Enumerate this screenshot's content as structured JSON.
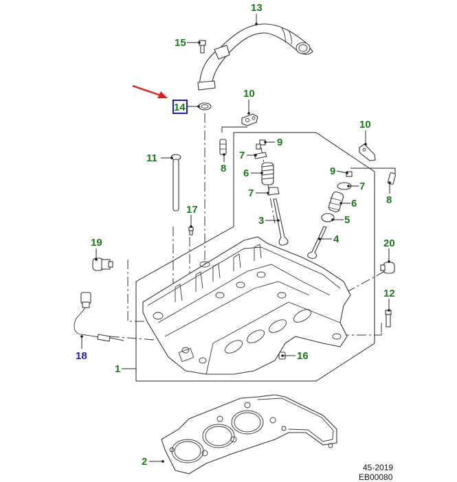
{
  "diagram": {
    "title": "Cylinder head exploded view",
    "colors": {
      "label": "#1a7a1a",
      "label_alt": "#1a1acc",
      "highlight_box": "#1a1acc",
      "arrow": "#e02020",
      "line": "#333333"
    },
    "callouts": [
      {
        "id": "c1",
        "text": "1"
      },
      {
        "id": "c2",
        "text": "2"
      },
      {
        "id": "c3",
        "text": "3"
      },
      {
        "id": "c4",
        "text": "4"
      },
      {
        "id": "c5",
        "text": "5"
      },
      {
        "id": "c6a",
        "text": "6"
      },
      {
        "id": "c6b",
        "text": "6"
      },
      {
        "id": "c7a",
        "text": "7"
      },
      {
        "id": "c7b",
        "text": "7"
      },
      {
        "id": "c7c",
        "text": "7"
      },
      {
        "id": "c8a",
        "text": "8"
      },
      {
        "id": "c8b",
        "text": "8"
      },
      {
        "id": "c9a",
        "text": "9"
      },
      {
        "id": "c9b",
        "text": "9"
      },
      {
        "id": "c10a",
        "text": "10"
      },
      {
        "id": "c10b",
        "text": "10"
      },
      {
        "id": "c11",
        "text": "11"
      },
      {
        "id": "c12",
        "text": "12"
      },
      {
        "id": "c13",
        "text": "13"
      },
      {
        "id": "c14",
        "text": "14",
        "highlighted": true
      },
      {
        "id": "c15",
        "text": "15"
      },
      {
        "id": "c16",
        "text": "16"
      },
      {
        "id": "c17",
        "text": "17"
      },
      {
        "id": "c18",
        "text": "18"
      },
      {
        "id": "c19",
        "text": "19"
      },
      {
        "id": "c20",
        "text": "20"
      }
    ],
    "footer": {
      "code": "45-2019",
      "ref": "EB00080"
    }
  }
}
